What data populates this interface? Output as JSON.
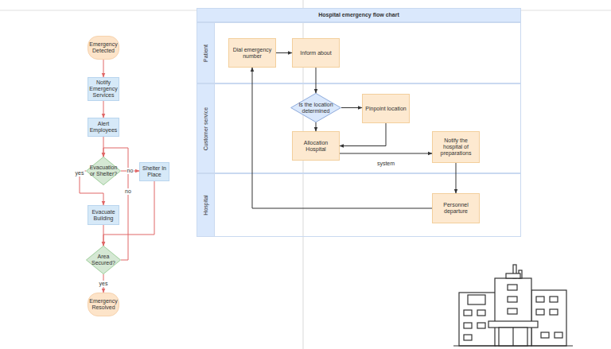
{
  "diagram": {
    "nodes": [
      {
        "text": [
          "Emergency Detected"
        ]
      },
      {
        "text": [
          "Notify Emergency Services"
        ]
      },
      {
        "text": [
          "Alert Employees"
        ]
      },
      {
        "text": [
          "Evacuation or Shelter?"
        ]
      },
      {
        "text": [
          "Shelter In Place"
        ]
      },
      {
        "text": [
          "Evacuate Building"
        ]
      },
      {
        "text": [
          "Area Secured?"
        ]
      },
      {
        "text": [
          "Emergency Resolved"
        ]
      },
      {
        "text": [
          "Hospital emergency flow chart"
        ]
      },
      {
        "text": [
          "Patient"
        ],
        "in": 8
      },
      {
        "text": [
          "Dial emergency number"
        ],
        "in": 9
      },
      {
        "text": [
          "Inform about"
        ],
        "in": 9
      },
      {
        "text": [
          "Customer service"
        ],
        "in": 8
      },
      {
        "text": [
          "Is the location determined"
        ],
        "in": 12
      },
      {
        "text": [
          "Pinpoint location"
        ],
        "in": 12
      },
      {
        "text": [
          "Allocation Hospital"
        ],
        "in": 12
      },
      {
        "text": [
          "Notify the hospital of preparations"
        ],
        "in": 12
      },
      {
        "text": [
          "Hospital"
        ],
        "in": 8
      },
      {
        "text": [
          "Personnel departure"
        ],
        "in": 17
      }
    ],
    "edges": [
      {
        "from": 0,
        "to": 1,
        "arrow": "to"
      },
      {
        "from": 1,
        "to": 2,
        "arrow": "to"
      },
      {
        "from": 2,
        "to": 3,
        "arrow": "to"
      },
      {
        "from": 3,
        "to": 4,
        "label": "no",
        "arrow": "to"
      },
      {
        "from": 3,
        "to": 5,
        "label": "yes",
        "arrow": "to"
      },
      {
        "from": 4,
        "to": 6,
        "arrow": "to"
      },
      {
        "from": 5,
        "to": 6,
        "arrow": "to"
      },
      {
        "from": 6,
        "to": 3,
        "label": "no",
        "arrow": "to"
      },
      {
        "from": 6,
        "to": 7,
        "label": "yes",
        "arrow": "to"
      },
      {
        "from": 10,
        "to": 11,
        "arrow": "to"
      },
      {
        "from": 11,
        "to": 13,
        "arrow": "to"
      },
      {
        "from": 13,
        "to": 14,
        "arrow": "to"
      },
      {
        "from": 14,
        "to": 15,
        "arrow": "to"
      },
      {
        "from": 13,
        "to": 15,
        "arrow": "to"
      },
      {
        "from": 15,
        "to": 16,
        "label": "system",
        "arrow": "to"
      },
      {
        "from": 16,
        "to": 18,
        "arrow": "to"
      },
      {
        "from": 18,
        "to": 10,
        "arrow": "to"
      }
    ]
  }
}
